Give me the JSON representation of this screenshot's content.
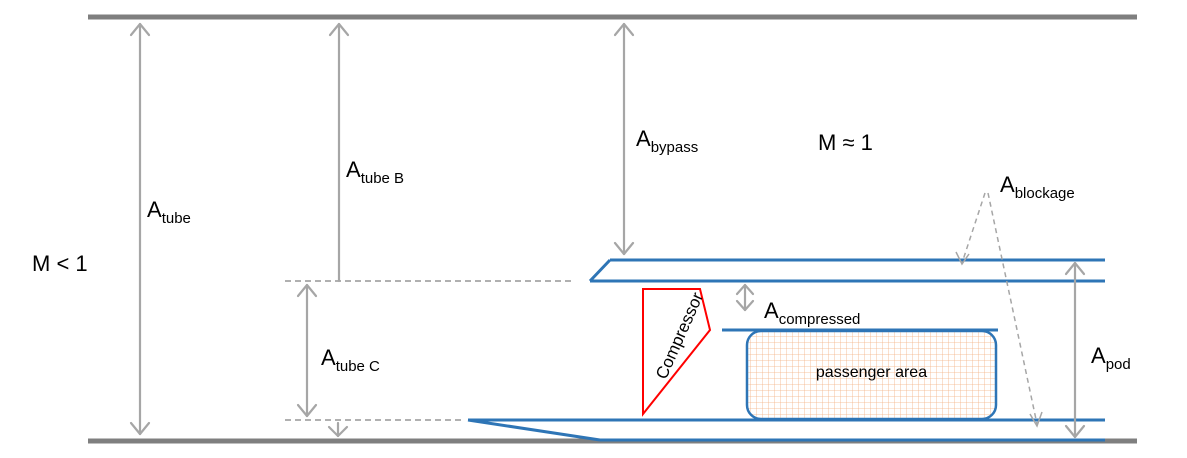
{
  "labels": {
    "m_less": "M < 1",
    "m_approx": "M ≈ 1",
    "a_tube": {
      "base": "A",
      "sub": "tube"
    },
    "a_tube_b": {
      "base": "A",
      "sub": "tube B"
    },
    "a_tube_c": {
      "base": "A",
      "sub": "tube C"
    },
    "a_bypass": {
      "base": "A",
      "sub": "bypass"
    },
    "a_blockage": {
      "base": "A",
      "sub": "blockage"
    },
    "a_compressed": {
      "base": "A",
      "sub": "compressed"
    },
    "a_pod": {
      "base": "A",
      "sub": "pod"
    },
    "compressor": "Compressor",
    "passenger_area": "passenger area"
  },
  "colors": {
    "tube_wall": "#7f7f7f",
    "pod_outline": "#2e75b6",
    "compressor": "#ff0000",
    "passenger_grid": "#f4b183",
    "arrow": "#a6a6a6",
    "dashed": "#808080"
  }
}
